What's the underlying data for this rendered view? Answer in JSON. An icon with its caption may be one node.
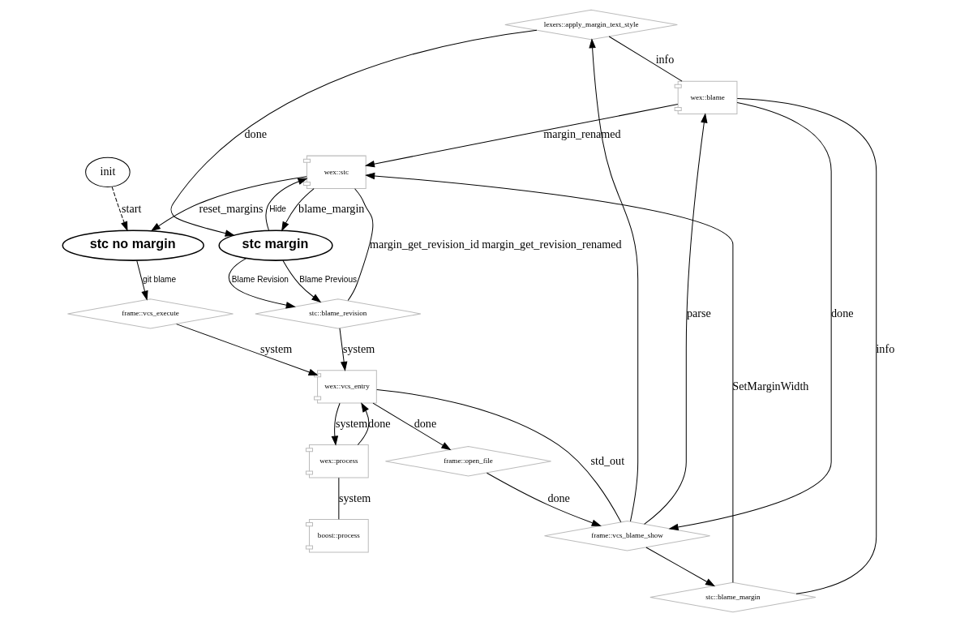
{
  "diagram": {
    "nodes": [
      {
        "text": [
          "lexers::apply_margin_text_style"
        ]
      },
      {
        "text": [
          "wex::blame"
        ]
      },
      {
        "text": [
          "wex::stc"
        ]
      },
      {
        "text": [
          "init"
        ]
      },
      {
        "text": [
          "stc no margin"
        ]
      },
      {
        "text": [
          "stc margin"
        ]
      },
      {
        "text": [
          "stc::blame_margin"
        ]
      },
      {
        "text": [
          "stc::blame_revision"
        ]
      },
      {
        "text": [
          "frame::vcs_blame_show"
        ]
      },
      {
        "text": [
          "frame::vcs_execute"
        ]
      },
      {
        "text": [
          "wex::vcs_entry"
        ]
      },
      {
        "text": [
          "frame::open_file"
        ]
      },
      {
        "text": [
          "wex::process"
        ]
      },
      {
        "text": [
          "boost::process"
        ]
      }
    ],
    "edges": [
      {
        "from": 0,
        "to": 1,
        "arrow": "none",
        "label": "info"
      },
      {
        "from": 1,
        "to": 2,
        "arrow": "to",
        "label": "margin_renamed"
      },
      {
        "from": 0,
        "to": 5,
        "arrow": "to",
        "label": "done"
      },
      {
        "from": 2,
        "to": 4,
        "arrow": "to",
        "label": "reset_margins"
      },
      {
        "from": 3,
        "to": 4,
        "arrow": "to",
        "label": "start",
        "style": "dashed"
      },
      {
        "from": 2,
        "to": 5,
        "arrow": "to",
        "label": "blame_margin"
      },
      {
        "from": 5,
        "to": 2,
        "arrow": "to",
        "label": "Hide"
      },
      {
        "from": 5,
        "to": 7,
        "arrow": "to",
        "label": "Blame Previous"
      },
      {
        "from": 5,
        "to": 7,
        "arrow": "to",
        "label": "Blame Revision"
      },
      {
        "from": 2,
        "to": 7,
        "arrow": "none",
        "label": "margin_get_revision_id margin_get_revision_renamed"
      },
      {
        "from": 7,
        "to": 10,
        "arrow": "to",
        "label": "system"
      },
      {
        "from": 4,
        "to": 9,
        "arrow": "to",
        "label": "git blame"
      },
      {
        "from": 9,
        "to": 10,
        "arrow": "to",
        "label": "system"
      },
      {
        "from": 10,
        "to": 8,
        "arrow": "none",
        "label": "std_out"
      },
      {
        "from": 10,
        "to": 11,
        "arrow": "to",
        "label": "done"
      },
      {
        "from": 10,
        "to": 12,
        "arrow": "to",
        "label": "system"
      },
      {
        "from": 12,
        "to": 10,
        "arrow": "to",
        "label": "done"
      },
      {
        "from": 12,
        "to": 13,
        "arrow": "none",
        "label": "system"
      },
      {
        "from": 11,
        "to": 8,
        "arrow": "to",
        "label": "done"
      },
      {
        "from": 8,
        "to": 1,
        "arrow": "to",
        "label": "parse"
      },
      {
        "from": 8,
        "to": 0,
        "arrow": "to"
      },
      {
        "from": 8,
        "to": 6,
        "arrow": "to"
      },
      {
        "from": 1,
        "to": 6,
        "arrow": "none",
        "label": "info"
      },
      {
        "from": 1,
        "to": 8,
        "arrow": "to",
        "label": "done"
      },
      {
        "from": 6,
        "to": 2,
        "arrow": "to",
        "label": "SetMarginWidth"
      }
    ]
  }
}
